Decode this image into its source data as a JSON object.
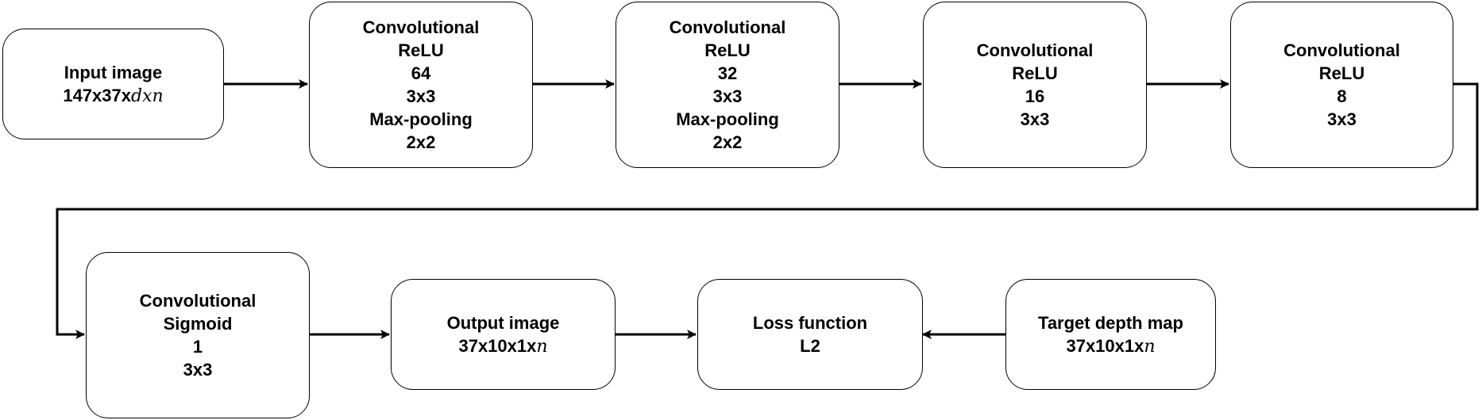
{
  "nodes": {
    "input": {
      "lines": [
        "Input image"
      ],
      "dims": {
        "prefix": "147x37x",
        "math": "dxn"
      }
    },
    "conv1": {
      "lines": [
        "Convolutional",
        "ReLU",
        "64",
        "3x3",
        "Max-pooling",
        "2x2"
      ]
    },
    "conv2": {
      "lines": [
        "Convolutional",
        "ReLU",
        "32",
        "3x3",
        "Max-pooling",
        "2x2"
      ]
    },
    "conv3": {
      "lines": [
        "Convolutional",
        "ReLU",
        "16",
        "3x3"
      ]
    },
    "conv4": {
      "lines": [
        "Convolutional",
        "ReLU",
        "8",
        "3x3"
      ]
    },
    "conv5": {
      "lines": [
        "Convolutional",
        "Sigmoid",
        "1",
        "3x3"
      ]
    },
    "output": {
      "lines": [
        "Output image"
      ],
      "dims": {
        "prefix": "37x10x1x",
        "math": "n"
      }
    },
    "loss": {
      "lines": [
        "Loss function",
        "L2"
      ]
    },
    "target": {
      "lines": [
        "Target depth map"
      ],
      "dims": {
        "prefix": "37x10x1x",
        "math": "n"
      }
    }
  },
  "colors": {
    "stroke": "#000000",
    "fill": "#ffffff",
    "text": "#000000"
  }
}
